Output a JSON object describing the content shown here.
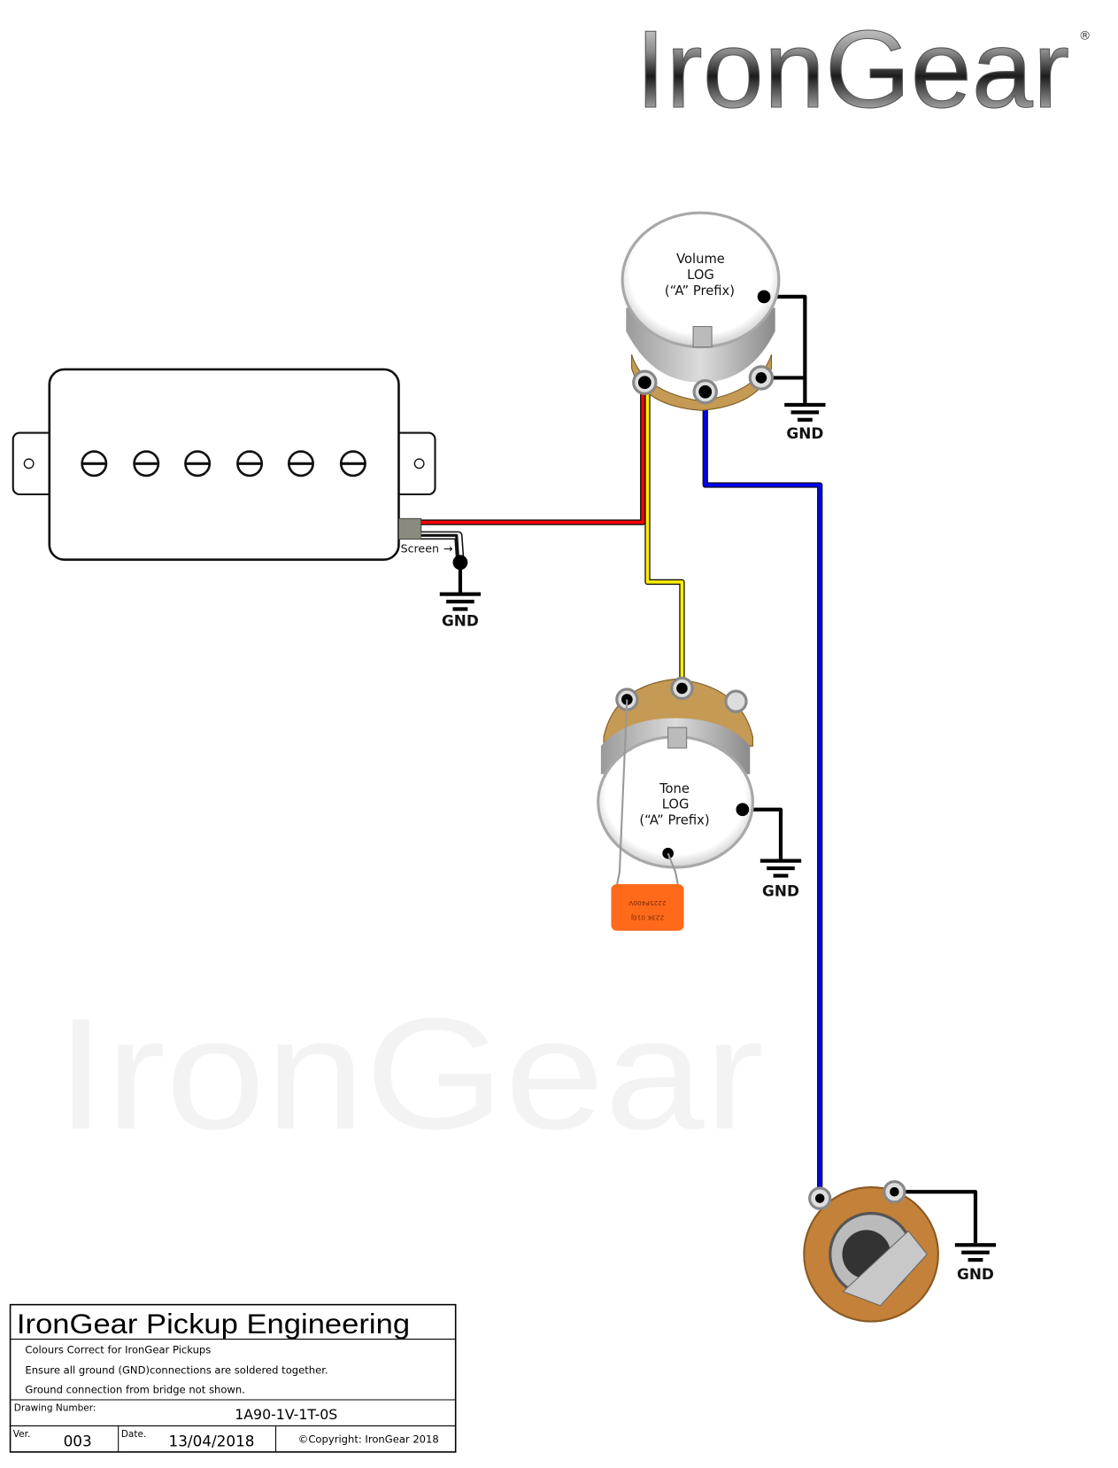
{
  "logo": {
    "brand": "IronGear",
    "registered": "®"
  },
  "watermark": "IronGear",
  "labels": {
    "screen": "Screen",
    "gnd": "GND"
  },
  "volume_pot": {
    "line1": "Volume",
    "line2": "LOG",
    "line3": "(“A” Prefix)"
  },
  "tone_pot": {
    "line1": "Tone",
    "line2": "LOG",
    "line3": "(“A” Prefix)"
  },
  "capacitor": {
    "marking1": "223K  010J",
    "marking2": "2225P400V"
  },
  "wire_colors": {
    "hot": "#ff0000",
    "tone": "#ffee00",
    "output": "#0000ff",
    "ground": "#000000",
    "pot_casing": "#c49a54"
  },
  "title_block": {
    "title": "IronGear Pickup Engineering",
    "notes": [
      "Colours Correct for IronGear Pickups",
      "Ensure all ground (GND)connections are soldered together.",
      "Ground connection from bridge not shown."
    ],
    "drawing_number_label": "Drawing Number:",
    "drawing_number": "1A90-1V-1T-0S",
    "ver_label": "Ver.",
    "ver": "003",
    "date_label": "Date.",
    "date": "13/04/2018",
    "copyright": "©Copyright: IronGear 2018"
  }
}
